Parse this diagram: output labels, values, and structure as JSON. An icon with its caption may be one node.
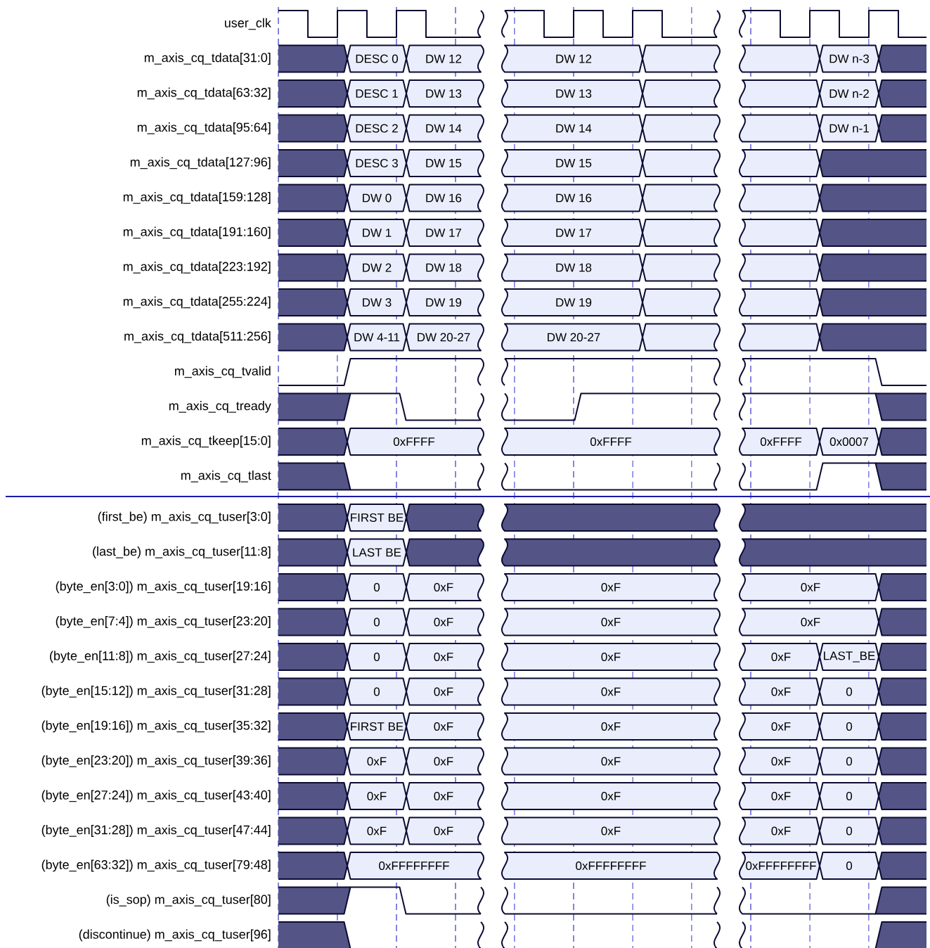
{
  "diagram": {
    "labels": [
      "user_clk",
      "m_axis_cq_tdata[31:0]",
      "DESC 0",
      "DW 12",
      "DW 12",
      "DW n-3",
      "m_axis_cq_tdata[63:32]",
      "DESC 1",
      "DW 13",
      "DW 13",
      "DW n-2",
      "m_axis_cq_tdata[95:64]",
      "DESC 2",
      "DW 14",
      "DW 14",
      "DW n-1",
      "m_axis_cq_tdata[127:96]",
      "DESC 3",
      "DW 15",
      "DW 15",
      "m_axis_cq_tdata[159:128]",
      "DW 0",
      "DW 16",
      "DW 16",
      "m_axis_cq_tdata[191:160]",
      "DW 1",
      "DW 17",
      "DW 17",
      "m_axis_cq_tdata[223:192]",
      "DW 2",
      "DW 18",
      "DW 18",
      "m_axis_cq_tdata[255:224]",
      "DW 3",
      "DW 19",
      "DW 19",
      "m_axis_cq_tdata[511:256]",
      "DW 4-11",
      "DW 20-27",
      "DW 20-27",
      "m_axis_cq_tvalid",
      "m_axis_cq_tready",
      "m_axis_cq_tkeep[15:0]",
      "0xFFFF",
      "0xFFFF",
      "0xFFFF",
      "0x0007",
      "m_axis_cq_tlast",
      "(first_be) m_axis_cq_tuser[3:0]",
      "FIRST BE",
      "(last_be) m_axis_cq_tuser[11:8]",
      "LAST BE",
      "(byte_en[3:0]) m_axis_cq_tuser[19:16]",
      "0",
      "0xF",
      "0xF",
      "0xF",
      "(byte_en[7:4]) m_axis_cq_tuser[23:20]",
      "0",
      "0xF",
      "0xF",
      "0xF",
      "(byte_en[11:8]) m_axis_cq_tuser[27:24]",
      "0",
      "0xF",
      "0xF",
      "0xF",
      "LAST_BE",
      "(byte_en[15:12]) m_axis_cq_tuser[31:28]",
      "0",
      "0xF",
      "0xF",
      "0xF",
      "0",
      "(byte_en[19:16]) m_axis_cq_tuser[35:32]",
      "FIRST BE",
      "0xF",
      "0xF",
      "0xF",
      "0",
      "(byte_en[23:20]) m_axis_cq_tuser[39:36]",
      "0xF",
      "0xF",
      "0xF",
      "0xF",
      "0",
      "(byte_en[27:24]) m_axis_cq_tuser[43:40]",
      "0xF",
      "0xF",
      "0xF",
      "0xF",
      "0",
      "(byte_en[31:28]) m_axis_cq_tuser[47:44]",
      "0xF",
      "0xF",
      "0xF",
      "0xF",
      "0",
      "(byte_en[63:32]) m_axis_cq_tuser[79:48]",
      "0xFFFFFFFF",
      "0xFFFFFFFF",
      "0xFFFFFFFF",
      "0",
      "(is_sop) m_axis_cq_tuser[80]",
      "(discontinue) m_axis_cq_tuser[96]"
    ]
  }
}
